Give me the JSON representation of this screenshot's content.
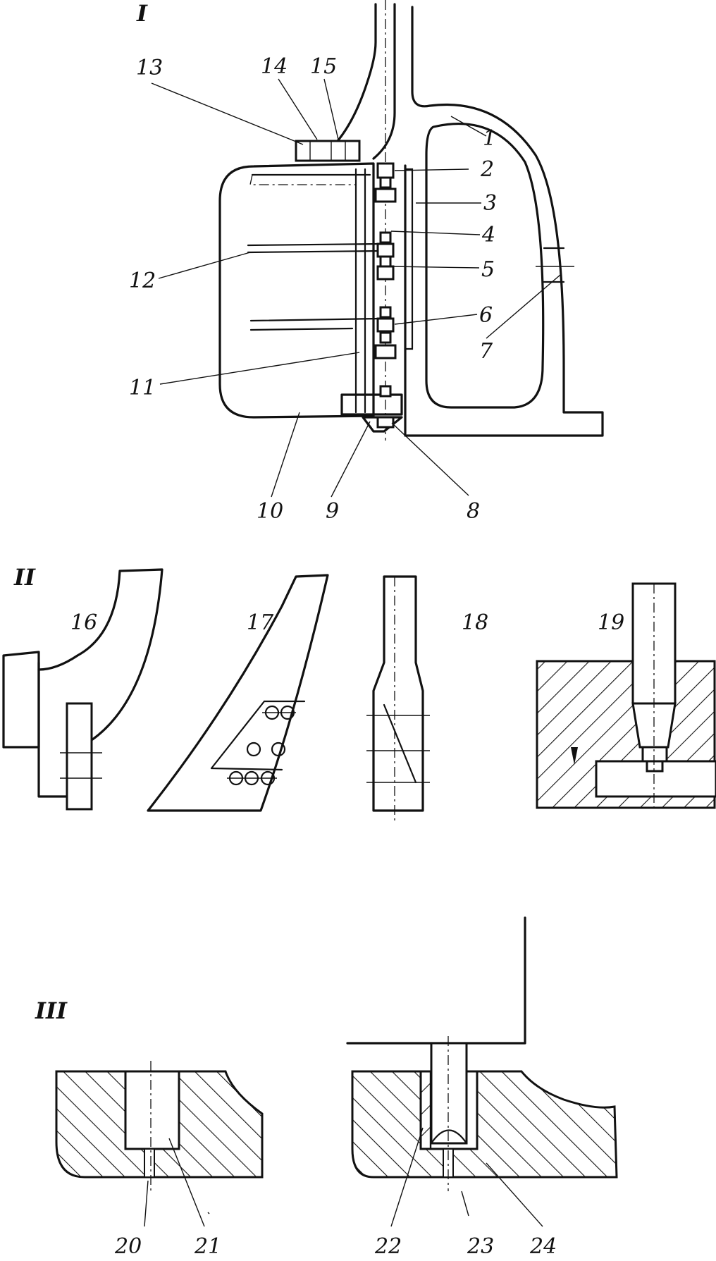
{
  "sections": {
    "one": "I",
    "two": "II",
    "three": "III"
  },
  "labels": {
    "n1": "1",
    "n2": "2",
    "n3": "3",
    "n4": "4",
    "n5": "5",
    "n6": "6",
    "n7": "7",
    "n8": "8",
    "n9": "9",
    "n10": "10",
    "n11": "11",
    "n12": "12",
    "n13": "13",
    "n14": "14",
    "n15": "15",
    "n16": "16",
    "n17": "17",
    "n18": "18",
    "n19": "19",
    "n20": "20",
    "n21": "21",
    "n22": "22",
    "n23": "23",
    "n24": "24"
  }
}
